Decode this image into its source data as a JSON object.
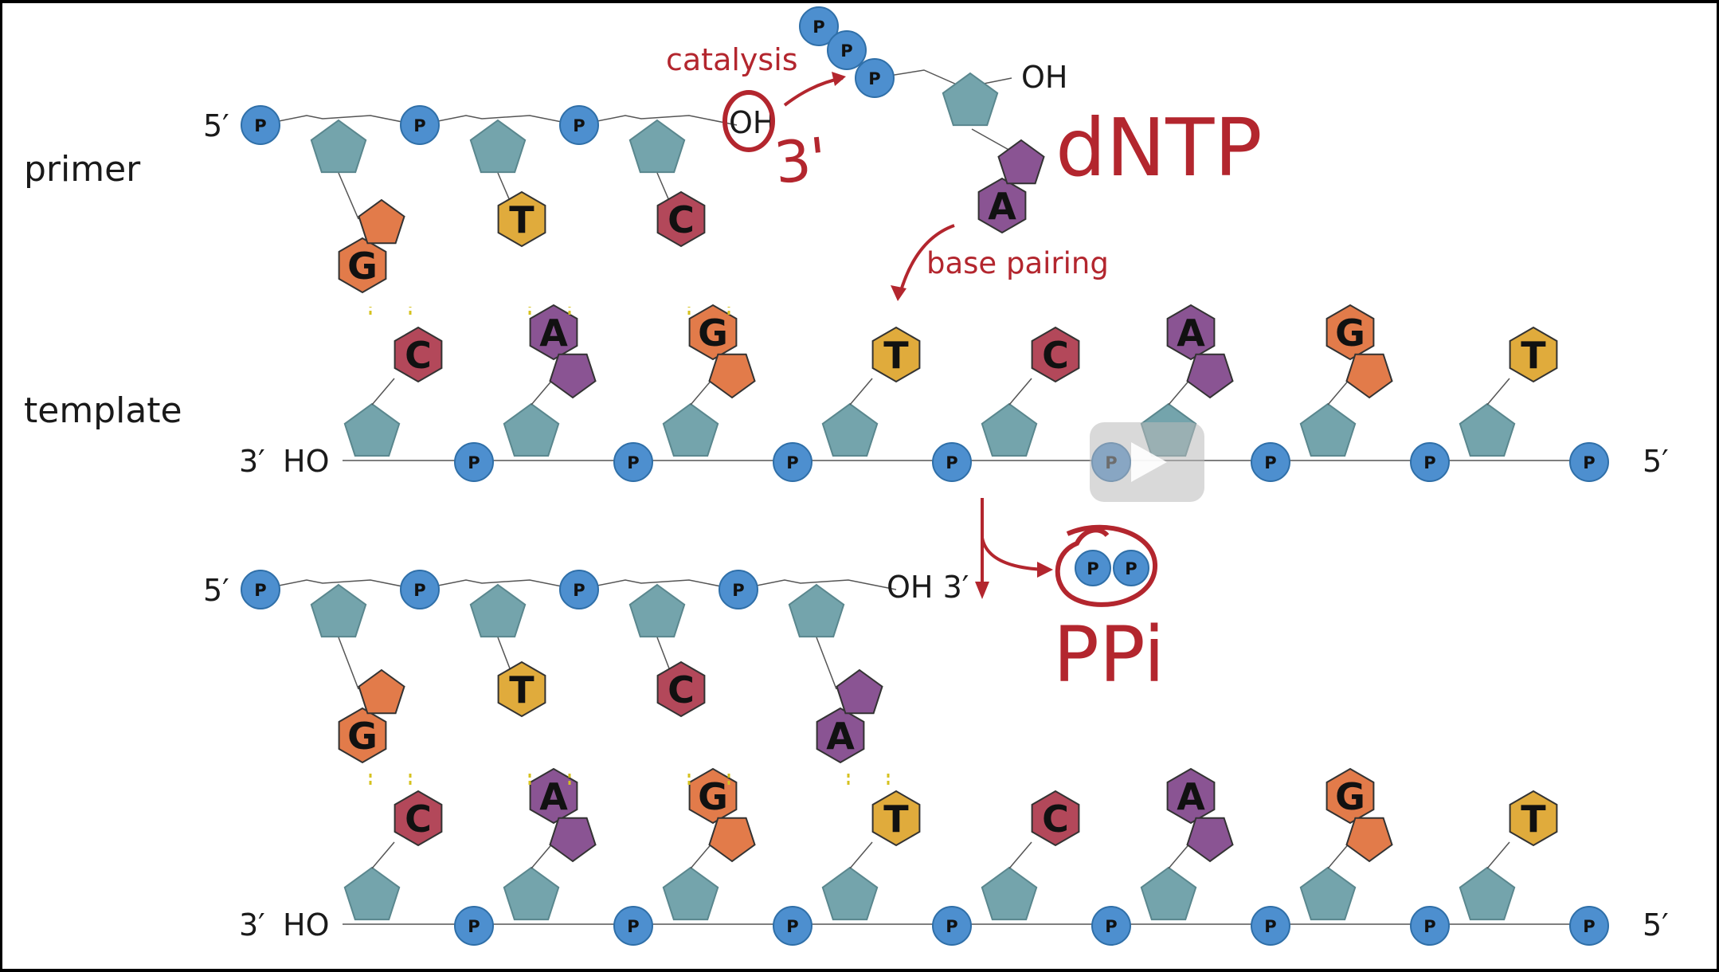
{
  "colors": {
    "phosphate": "#4d8fcf",
    "sugar": "#74a4ac",
    "G": "#e27b4a",
    "C": "#b3485a",
    "T": "#e0ab3c",
    "A": "#8a5493",
    "annotation": "#b3262e",
    "hbond": "#d6c21f"
  },
  "labels": {
    "primer": "primer",
    "template": "template",
    "five_prime": "5′",
    "three_prime": "3′",
    "ho": "HO",
    "oh": "OH",
    "p": "P",
    "catalysis": "catalysis",
    "base_pairing": "base pairing",
    "dntp": "dNTP",
    "hand_3prime": "3'",
    "ppi": "PPi",
    "ppi_p1": "P",
    "ppi_p2": "P"
  },
  "panels": [
    {
      "primer_bases": [
        "G",
        "T",
        "C"
      ],
      "template_bases": [
        "C",
        "A",
        "G",
        "T",
        "C",
        "A",
        "G",
        "T"
      ],
      "incoming_dntp": "A",
      "primer_end_label": "OH"
    },
    {
      "primer_bases": [
        "G",
        "T",
        "C",
        "A"
      ],
      "template_bases": [
        "C",
        "A",
        "G",
        "T",
        "C",
        "A",
        "G",
        "T"
      ],
      "primer_end_label": "OH 3′"
    }
  ],
  "media_overlay": {
    "icon": "play-icon"
  }
}
